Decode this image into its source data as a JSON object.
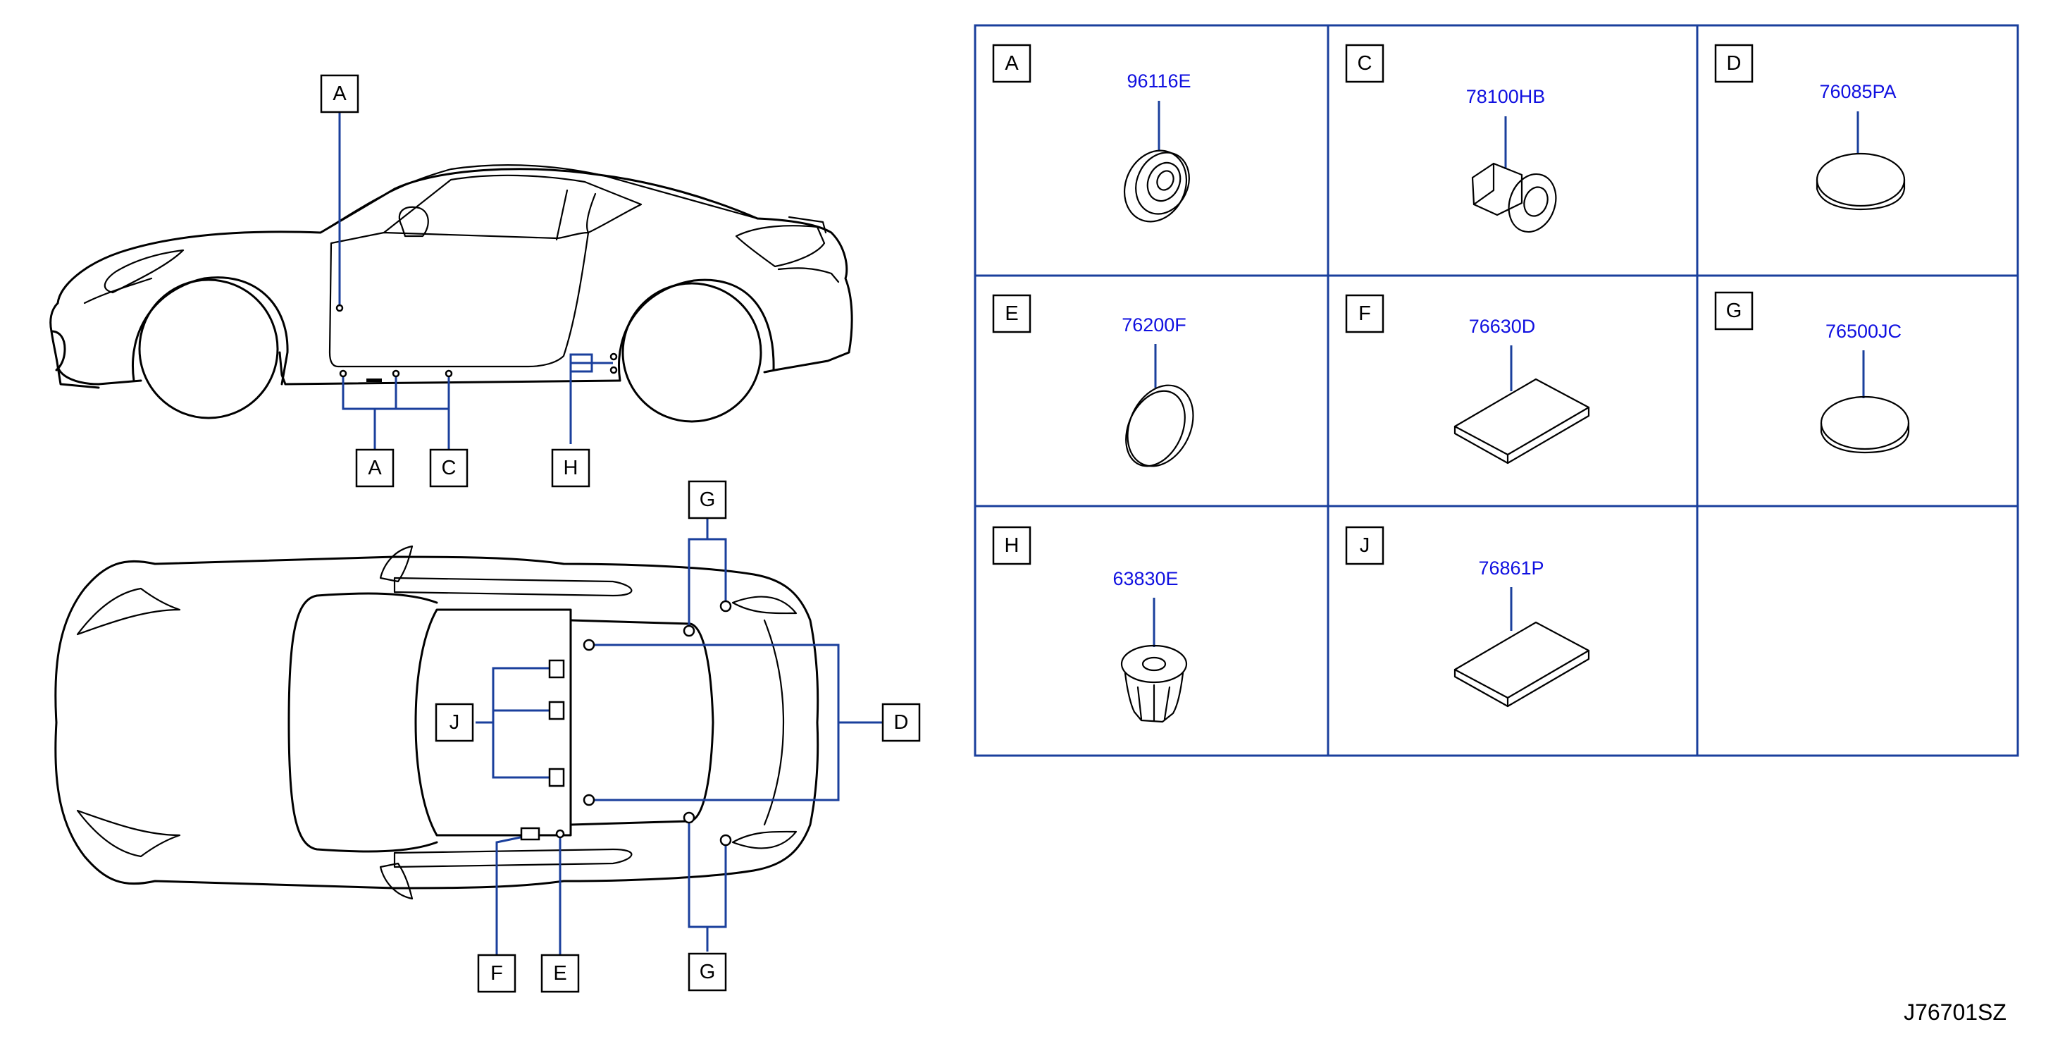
{
  "diagram_code": "J76701SZ",
  "side_view_callouts": [
    "A",
    "A",
    "C",
    "H"
  ],
  "top_view_callouts": [
    "G",
    "J",
    "D",
    "G",
    "F",
    "E"
  ],
  "parts_table": [
    {
      "letter": "A",
      "part_number": "96116E",
      "shape": "grommet-icon"
    },
    {
      "letter": "C",
      "part_number": "78100HB",
      "shape": "clip-icon"
    },
    {
      "letter": "D",
      "part_number": "76085PA",
      "shape": "round-plug-icon"
    },
    {
      "letter": "E",
      "part_number": "76200F",
      "shape": "disc-plug-icon"
    },
    {
      "letter": "F",
      "part_number": "76630D",
      "shape": "pad-icon"
    },
    {
      "letter": "G",
      "part_number": "76500JC",
      "shape": "round-plug-icon"
    },
    {
      "letter": "H",
      "part_number": "63830E",
      "shape": "push-clip-icon"
    },
    {
      "letter": "J",
      "part_number": "76861P",
      "shape": "pad-icon"
    }
  ],
  "colors": {
    "leader": "#1a3f9c",
    "part_number": "#1010e0",
    "outline": "#000000"
  }
}
